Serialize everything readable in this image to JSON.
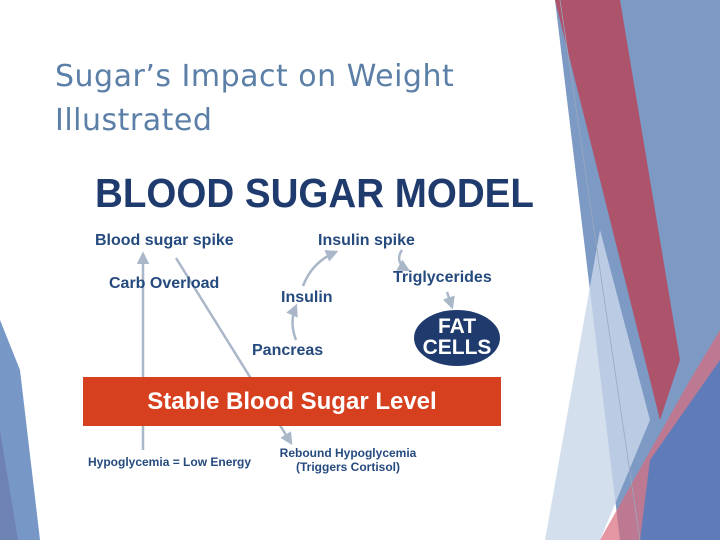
{
  "slide": {
    "title_line1": "Sugar’s Impact on Weight",
    "title_line2": "Illustrated"
  },
  "diagram": {
    "heading": "BLOOD SUGAR MODEL",
    "labels": {
      "blood_sugar_spike": "Blood sugar spike",
      "insulin_spike": "Insulin  spike",
      "carb_overload": "Carb Overload",
      "triglycerides": "Triglycerides",
      "insulin": "Insulin",
      "pancreas": "Pancreas",
      "fat_cells_line1": "FAT",
      "fat_cells_line2": "CELLS",
      "stable_level": "Stable Blood Sugar Level",
      "hypoglycemia": "Hypoglycemia = Low Energy",
      "rebound_line1": "Rebound Hypoglycemia",
      "rebound_line2": "(Triggers Cortisol)"
    }
  },
  "colors": {
    "title": "#5b7fa6",
    "heading": "#1f3b6e",
    "labels": "#254a7e",
    "bar": "#d6401f",
    "arrows": "#a9b7c8",
    "accent_red": "#b5475a",
    "accent_blue": "#5f86bd"
  }
}
